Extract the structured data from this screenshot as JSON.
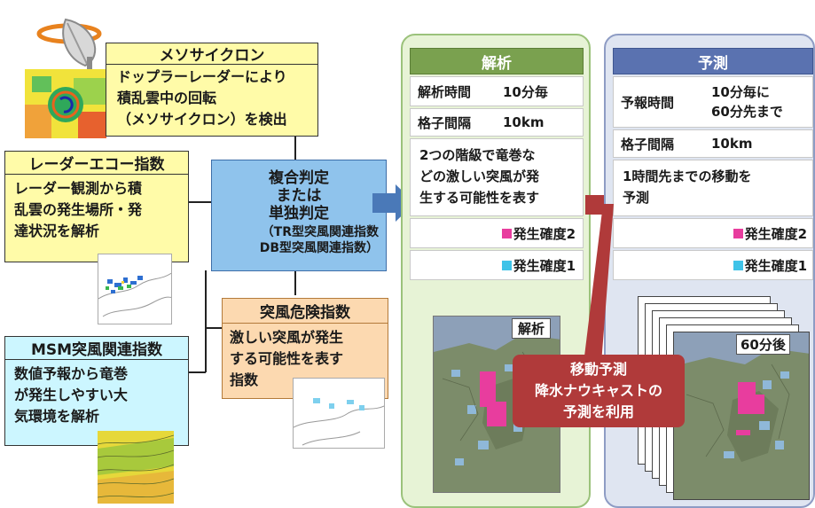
{
  "mesocyclone": {
    "title": "メソサイクロン",
    "lines": [
      "ドップラーレーダーにより",
      "積乱雲中の回転",
      "（メソサイクロン）を検出"
    ]
  },
  "radar_echo": {
    "title": "レーダーエコー指数",
    "lines": [
      "レーダー観測から積",
      "乱雲の発生場所・発",
      "達状況を解析"
    ]
  },
  "msm": {
    "title": "MSM突風関連指数",
    "lines": [
      "数値予報から竜巻",
      "が発生しやすい大",
      "気環境を解析"
    ]
  },
  "combined": {
    "lines": [
      "複合判定",
      "または",
      "単独判定"
    ],
    "sub": [
      "（TR型突風関連指数",
      "DB型突風関連指数）"
    ]
  },
  "gust_risk": {
    "title": "突風危険指数",
    "lines": [
      "激しい突風が発生",
      "する可能性を表す",
      "指数"
    ]
  },
  "analysis": {
    "header": "解析",
    "time_label": "解析時間",
    "time_value": "10分毎",
    "grid_label": "格子間隔",
    "grid_value": "10km",
    "desc": [
      "2つの階級で竜巻な",
      "どの激しい突風が発",
      "生する可能性を表す"
    ],
    "level2": "発生確度2",
    "level1": "発生確度1",
    "map_label": "解析"
  },
  "forecast": {
    "header": "予測",
    "time_label": "予報時間",
    "time_value": [
      "10分毎に",
      "60分先まで"
    ],
    "grid_label": "格子間隔",
    "grid_value": "10km",
    "desc": [
      "1時間先までの移動を",
      "予測"
    ],
    "level2": "発生確度2",
    "level1": "発生確度1",
    "map_label": "60分後"
  },
  "movement": {
    "lines": [
      "移動予測",
      "降水ナウキャストの",
      "予測を利用"
    ]
  },
  "colors": {
    "level2": "#e83d9e",
    "level1": "#3fc3e8",
    "green_header": "#7aa14f",
    "blue_header": "#5a72b0",
    "arrow_blue": "#4a79b8",
    "arrow_red": "#b03a3a"
  }
}
